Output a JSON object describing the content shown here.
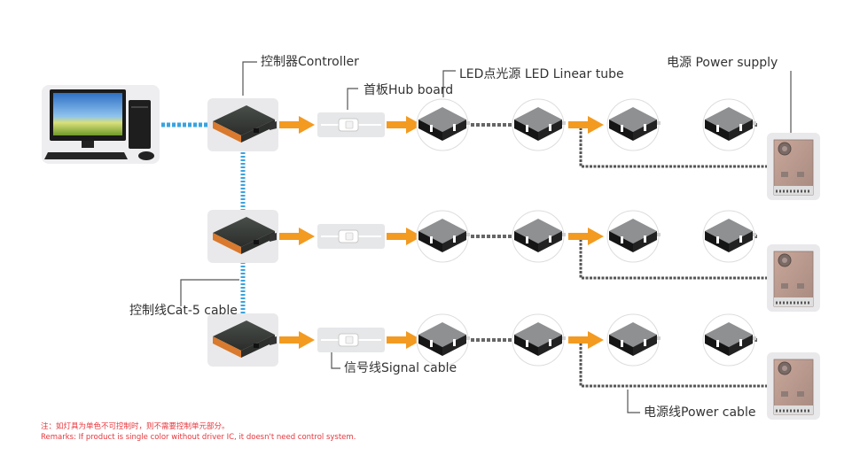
{
  "labels": {
    "controller": "控制器Controller",
    "hub_board": "首板Hub board",
    "led": "LED点光源  LED Linear tube",
    "power_supply": "电源  Power supply",
    "cat5_cable": "控制线Cat-5 cable",
    "signal_cable": "信号线Signal cable",
    "power_cable": "电源线Power cable"
  },
  "notes": {
    "cn": "注：如灯具为单色不可控制时，则不需要控制单元部分。",
    "en": "Remarks: If product is single color without driver IC, it doesn't need control system."
  },
  "colors": {
    "arrow": "#f39a21",
    "network_cable": "#3aa3e0",
    "power_cable": "#555555",
    "note": "#e8363c",
    "label": "#333333"
  },
  "rows": [
    {
      "controller": "controller-1",
      "hub": "hub-board-1",
      "leds": 4,
      "power_supply": "power-supply-1"
    },
    {
      "controller": "controller-2",
      "hub": "hub-board-2",
      "leds": 4,
      "power_supply": "power-supply-2"
    },
    {
      "controller": "controller-3",
      "hub": "hub-board-3",
      "leds": 4,
      "power_supply": "power-supply-3"
    }
  ]
}
